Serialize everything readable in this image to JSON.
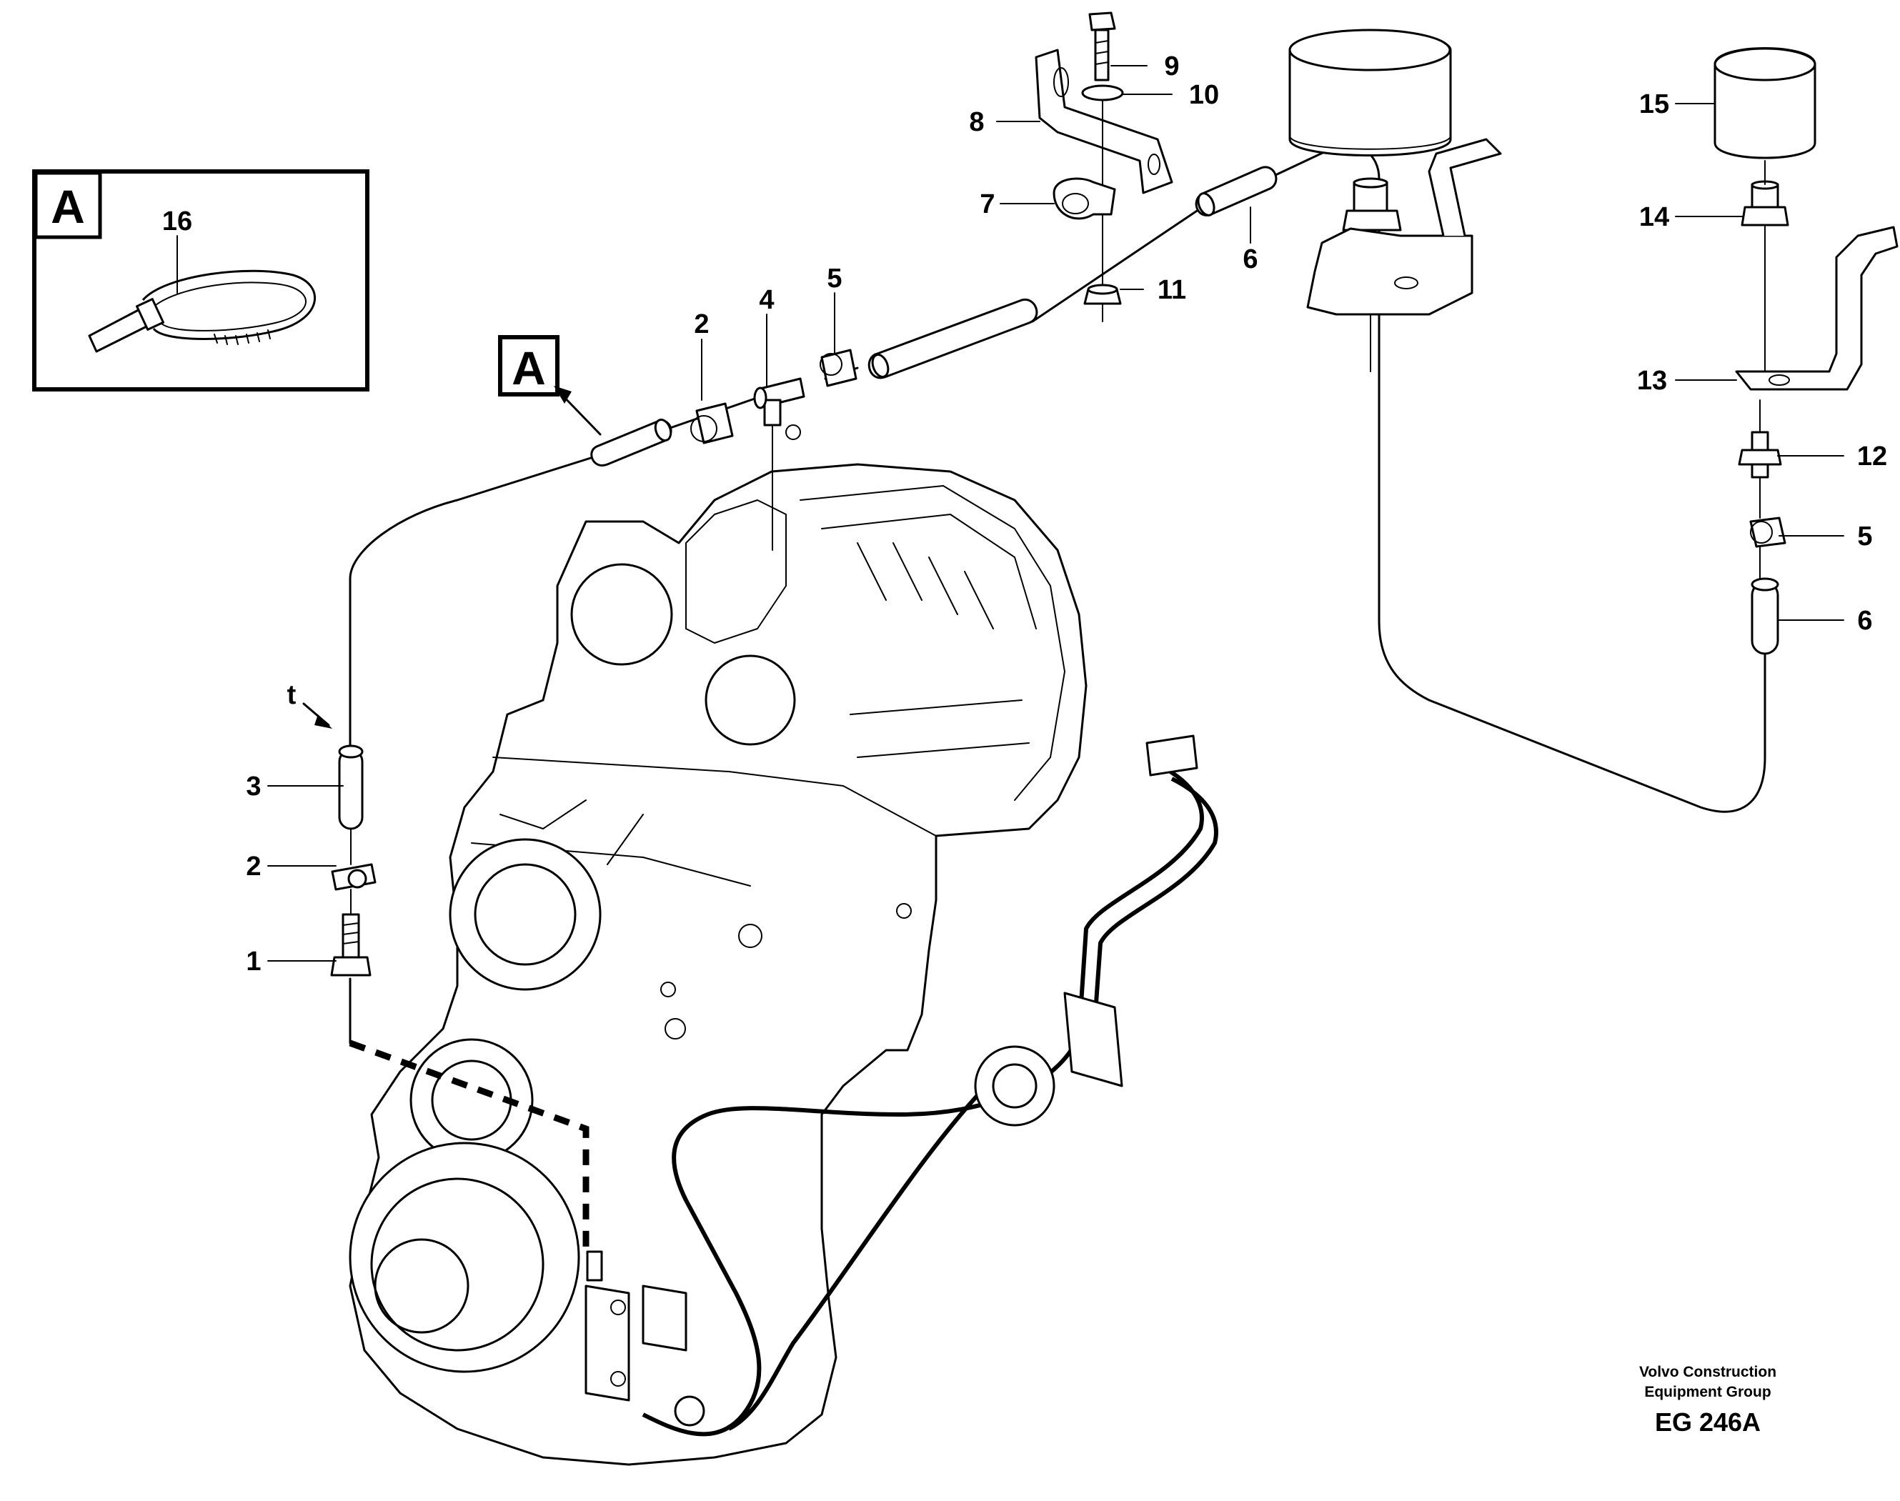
{
  "figure_code": "EG 246A",
  "publisher_line1": "Volvo Construction",
  "publisher_line2": "Equipment Group",
  "detail_marker": "A",
  "view_marker": "t",
  "callouts": {
    "c1": "1",
    "c2a": "2",
    "c2b": "2",
    "c3": "3",
    "c4": "4",
    "c5a": "5",
    "c5b": "5",
    "c6a": "6",
    "c6b": "6",
    "c7": "7",
    "c8": "8",
    "c9": "9",
    "c10": "10",
    "c11": "11",
    "c12": "12",
    "c13": "13",
    "c14": "14",
    "c15": "15",
    "c16": "16"
  }
}
